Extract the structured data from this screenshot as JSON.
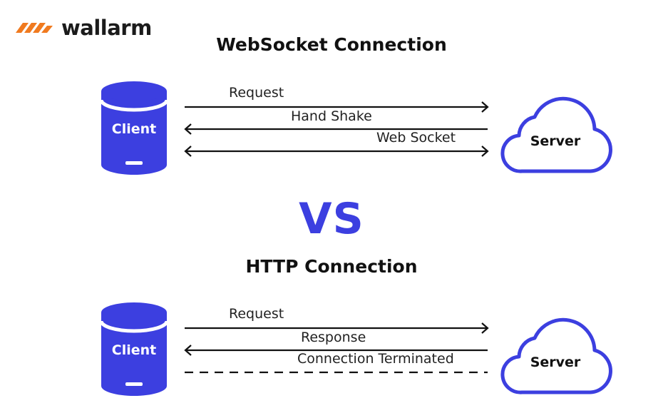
{
  "brand": {
    "name": "wallarm",
    "accent": "#f07a1f"
  },
  "colors": {
    "primary": "#3c3fe0"
  },
  "websocket": {
    "title": "WebSocket Connection",
    "client": "Client",
    "server": "Server",
    "messages": [
      "Request",
      "Hand Shake",
      "Web Socket"
    ]
  },
  "vs": "VS",
  "http": {
    "title": "HTTP Connection",
    "client": "Client",
    "server": "Server",
    "messages": [
      "Request",
      "Response",
      "Connection Terminated"
    ]
  }
}
